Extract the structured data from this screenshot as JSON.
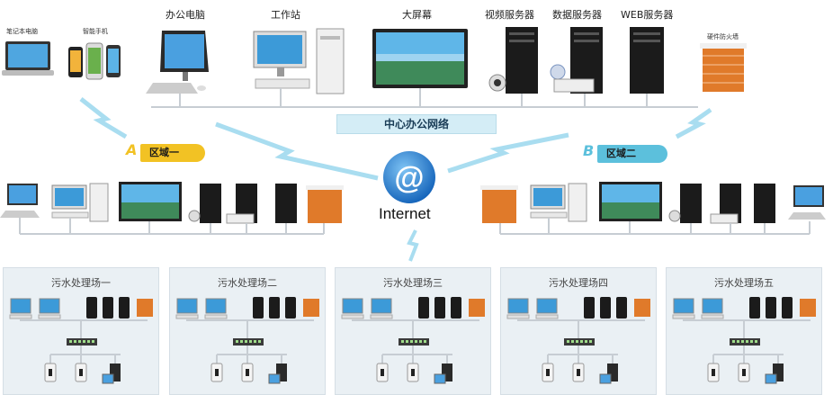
{
  "top_devices": {
    "laptop": "笔记本电脑",
    "phone": "智能手机",
    "office_pc": "办公电脑",
    "workstation": "工作站",
    "big_screen": "大屏幕",
    "video_server": "视频服务器",
    "data_server": "数据服务器",
    "web_server": "WEB服务器",
    "firewall": "硬件防火墙"
  },
  "center_network": "中心办公网络",
  "regions": {
    "a": {
      "letter": "A",
      "label": "区域一"
    },
    "b": {
      "letter": "B",
      "label": "区域二"
    }
  },
  "internet": {
    "label": "Internet",
    "symbol": "@"
  },
  "plants": [
    "污水处理场一",
    "污水处理场二",
    "污水处理场三",
    "污水处理场四",
    "污水处理场五"
  ],
  "colors": {
    "region_a": "#f2c224",
    "region_b": "#5cc0dc",
    "center_box": "#d4edf6",
    "firewall": "#e07a2a",
    "lightning": "#a9ddf0",
    "server": "#1b1b1b"
  }
}
